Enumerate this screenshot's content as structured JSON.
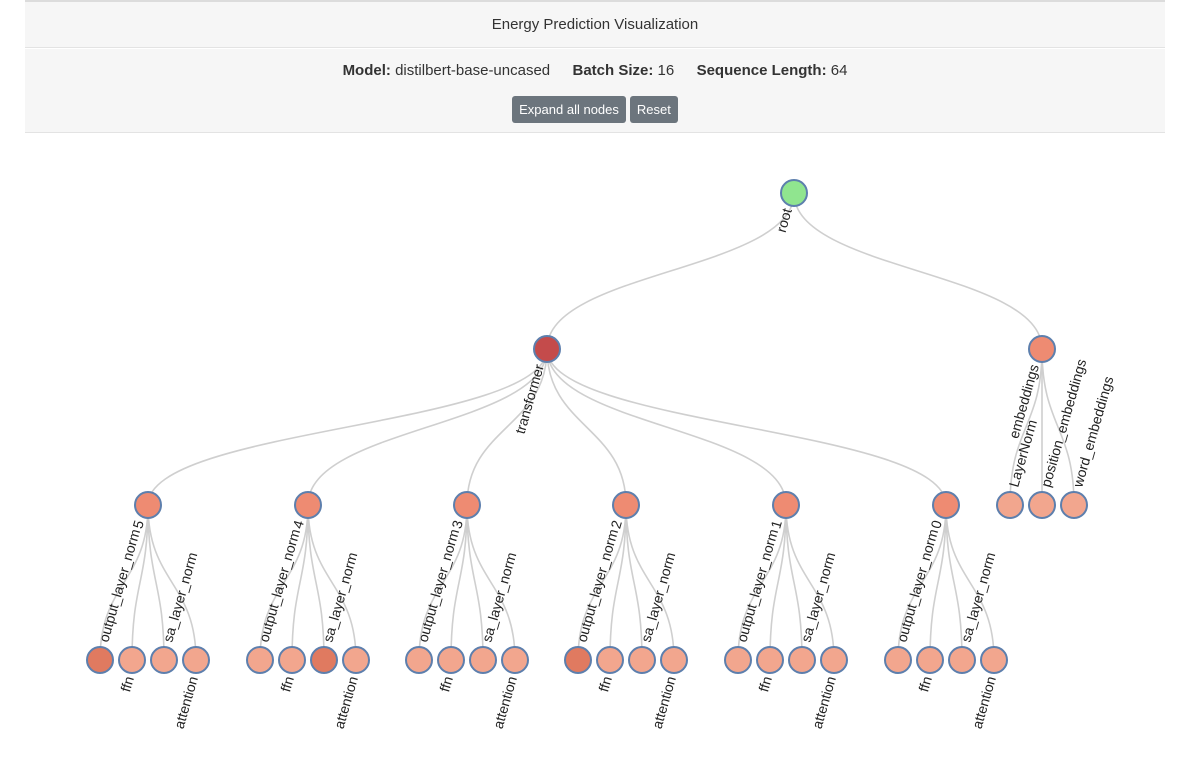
{
  "app": {
    "title": "Energy Prediction Visualization"
  },
  "info": {
    "model_label": "Model:",
    "model_value": "distilbert-base-uncased",
    "batch_label": "Batch Size:",
    "batch_value": "16",
    "seq_label": "Sequence Length:",
    "seq_value": "64"
  },
  "buttons": {
    "expand": "Expand all nodes",
    "reset": "Reset"
  },
  "colors": {
    "root": "#90e58f",
    "transformer": "#c44b4b",
    "layer": "#ee8b72",
    "leaf_dark": "#e07a60",
    "leaf_light": "#f2a68e",
    "link": "#cfcfcf",
    "outline": "#5d7fad"
  },
  "tree": {
    "name": "root",
    "color": "#90e58f",
    "children": [
      {
        "name": "transformer",
        "color": "#c44b4b",
        "children": [
          {
            "name": "5",
            "color": "#ee8b72",
            "children": [
              {
                "name": "output_layer_norm",
                "color": "#e07a60"
              },
              {
                "name": "ffn",
                "color": "#f2a68e"
              },
              {
                "name": "sa_layer_norm",
                "color": "#f2a68e"
              },
              {
                "name": "attention",
                "color": "#f2a68e"
              }
            ]
          },
          {
            "name": "4",
            "color": "#ee8b72",
            "children": [
              {
                "name": "output_layer_norm",
                "color": "#f2a68e"
              },
              {
                "name": "ffn",
                "color": "#f2a68e"
              },
              {
                "name": "sa_layer_norm",
                "color": "#e07a60"
              },
              {
                "name": "attention",
                "color": "#f2a68e"
              }
            ]
          },
          {
            "name": "3",
            "color": "#ee8b72",
            "children": [
              {
                "name": "output_layer_norm",
                "color": "#f2a68e"
              },
              {
                "name": "ffn",
                "color": "#f2a68e"
              },
              {
                "name": "sa_layer_norm",
                "color": "#f2a68e"
              },
              {
                "name": "attention",
                "color": "#f2a68e"
              }
            ]
          },
          {
            "name": "2",
            "color": "#ee8b72",
            "children": [
              {
                "name": "output_layer_norm",
                "color": "#e07a60"
              },
              {
                "name": "ffn",
                "color": "#f2a68e"
              },
              {
                "name": "sa_layer_norm",
                "color": "#f2a68e"
              },
              {
                "name": "attention",
                "color": "#f2a68e"
              }
            ]
          },
          {
            "name": "1",
            "color": "#ee8b72",
            "children": [
              {
                "name": "output_layer_norm",
                "color": "#f2a68e"
              },
              {
                "name": "ffn",
                "color": "#f2a68e"
              },
              {
                "name": "sa_layer_norm",
                "color": "#f2a68e"
              },
              {
                "name": "attention",
                "color": "#f2a68e"
              }
            ]
          },
          {
            "name": "0",
            "color": "#ee8b72",
            "children": [
              {
                "name": "output_layer_norm",
                "color": "#f2a68e"
              },
              {
                "name": "ffn",
                "color": "#f2a68e"
              },
              {
                "name": "sa_layer_norm",
                "color": "#f2a68e"
              },
              {
                "name": "attention",
                "color": "#f2a68e"
              }
            ]
          }
        ]
      },
      {
        "name": "embeddings",
        "color": "#ee8b72",
        "children": [
          {
            "name": "LayerNorm",
            "color": "#f2a68e"
          },
          {
            "name": "position_embeddings",
            "color": "#f2a68e"
          },
          {
            "name": "word_embeddings",
            "color": "#f2a68e"
          }
        ]
      }
    ]
  }
}
